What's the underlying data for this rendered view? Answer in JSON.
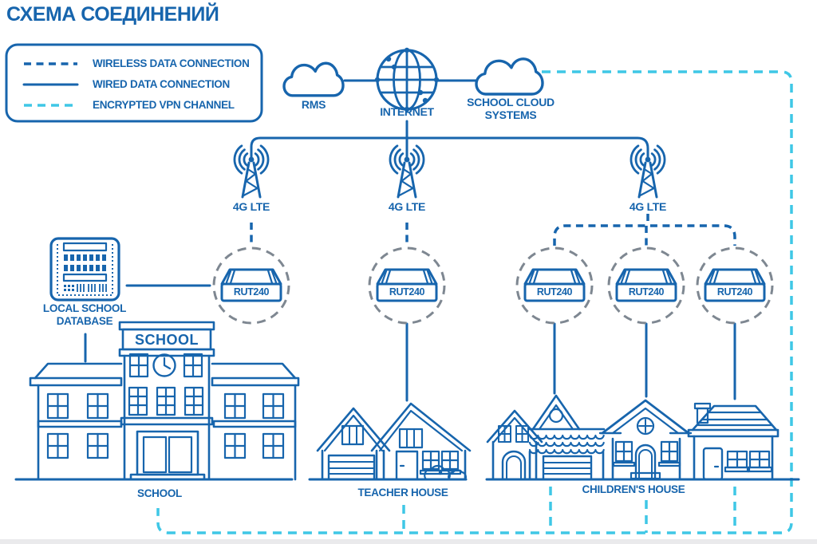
{
  "title": "СХЕМА СОЕДИНЕНИЙ",
  "colors": {
    "primary_blue": "#1765ad",
    "vpn_cyan": "#3fc7e6",
    "router_zone_gray": "#7e8791",
    "background": "#ffffff"
  },
  "legend": {
    "items": [
      {
        "label": "WIRELESS DATA CONNECTION",
        "line_style": "dashed",
        "line_color": "#1765ad"
      },
      {
        "label": "WIRED DATA CONNECTION",
        "line_style": "solid",
        "line_color": "#1765ad"
      },
      {
        "label": "ENCRYPTED VPN CHANNEL",
        "line_style": "dashed",
        "line_color": "#3fc7e6"
      }
    ]
  },
  "nodes": {
    "rms": {
      "label": "RMS",
      "icon": "cloud-icon"
    },
    "internet": {
      "label": "INTERNET",
      "icon": "globe-icon"
    },
    "school_cloud": {
      "label_line1": "SCHOOL CLOUD",
      "label_line2": "SYSTEMS",
      "icon": "cloud-icon"
    },
    "towers": [
      {
        "label": "4G LTE"
      },
      {
        "label": "4G LTE"
      },
      {
        "label": "4G LTE"
      }
    ],
    "routers": [
      {
        "label": "RUT240"
      },
      {
        "label": "RUT240"
      },
      {
        "label": "RUT240"
      },
      {
        "label": "RUT240"
      },
      {
        "label": "RUT240"
      }
    ],
    "database": {
      "label_line1": "LOCAL SCHOOL",
      "label_line2": "DATABASE",
      "icon": "server-rack-icon"
    },
    "buildings": {
      "school": {
        "sign": "SCHOOL",
        "caption": "SCHOOL"
      },
      "teacher_house": {
        "caption": "TEACHER HOUSE"
      },
      "childrens_house": {
        "caption": "CHILDREN'S HOUSE"
      }
    }
  },
  "connections": [
    {
      "from": "RMS",
      "to": "INTERNET",
      "type": "wired"
    },
    {
      "from": "INTERNET",
      "to": "SCHOOL CLOUD SYSTEMS",
      "type": "wired"
    },
    {
      "from": "INTERNET",
      "to": "4G LTE tower (school)",
      "type": "wired"
    },
    {
      "from": "INTERNET",
      "to": "4G LTE tower (teacher house)",
      "type": "wired"
    },
    {
      "from": "INTERNET",
      "to": "4G LTE tower (children's houses)",
      "type": "wired"
    },
    {
      "from": "4G LTE tower (school)",
      "to": "RUT240 router (school)",
      "type": "wireless"
    },
    {
      "from": "4G LTE tower (teacher house)",
      "to": "RUT240 router (teacher house)",
      "type": "wireless"
    },
    {
      "from": "4G LTE tower (children's houses)",
      "to": "RUT240 routers (children's houses x3)",
      "type": "wireless"
    },
    {
      "from": "LOCAL SCHOOL DATABASE",
      "to": "RUT240 router (school)",
      "type": "wired"
    },
    {
      "from": "LOCAL SCHOOL DATABASE",
      "to": "SCHOOL",
      "type": "wired"
    },
    {
      "from": "RUT240 router (teacher house)",
      "to": "TEACHER HOUSE",
      "type": "wired"
    },
    {
      "from": "RUT240 routers (children's houses)",
      "to": "CHILDREN'S HOUSE",
      "type": "wired"
    },
    {
      "from": "SCHOOL CLOUD SYSTEMS",
      "to": "SCHOOL, TEACHER HOUSE, CHILDREN'S HOUSE",
      "type": "encrypted_vpn"
    }
  ]
}
